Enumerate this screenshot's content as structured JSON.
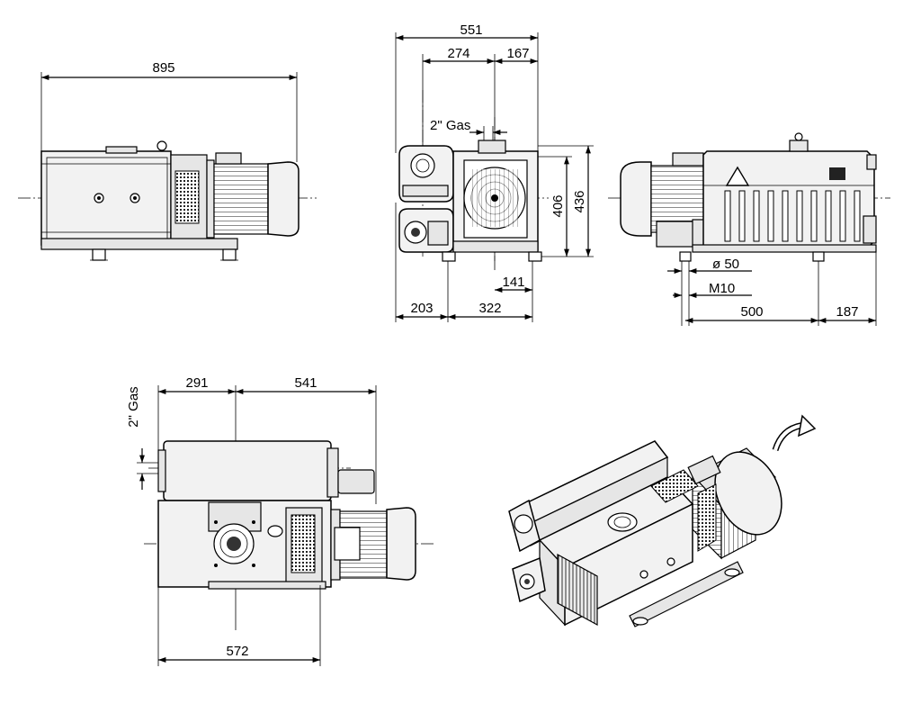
{
  "dimensions": {
    "front_overall_length": "895",
    "end_width_overall": "551",
    "end_width_a": "274",
    "end_width_b": "167",
    "end_gas_port": "2\" Gas",
    "end_height_a": "406",
    "end_height_b": "436",
    "end_foot_offset": "141",
    "end_base_a": "203",
    "end_base_b": "322",
    "rear_diameter": "ø 50",
    "rear_thread": "M10",
    "rear_foot_spacing": "500",
    "rear_foot_offset": "187",
    "top_offset_a": "291",
    "top_offset_b": "541",
    "top_gas_port": "2\" Gas",
    "top_bottom_length": "572"
  }
}
